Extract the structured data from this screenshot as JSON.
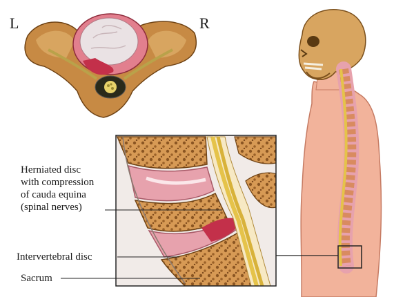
{
  "orientation": {
    "left": "L",
    "right": "R"
  },
  "labels": {
    "herniated_lines": [
      "Herniated disc",
      "with compression",
      "of cauda equina",
      "(spinal nerves)"
    ],
    "intervertebral_disc": "Intervertebral disc",
    "sacrum": "Sacrum"
  },
  "colors": {
    "bone": "#c98f4a",
    "bone_light": "#e6bd7e",
    "disc": "#e7a2ad",
    "herniation": "#c3304a",
    "nerve": "#e5c34a",
    "skin": "#f2b39b",
    "leader_line": "#222222"
  }
}
